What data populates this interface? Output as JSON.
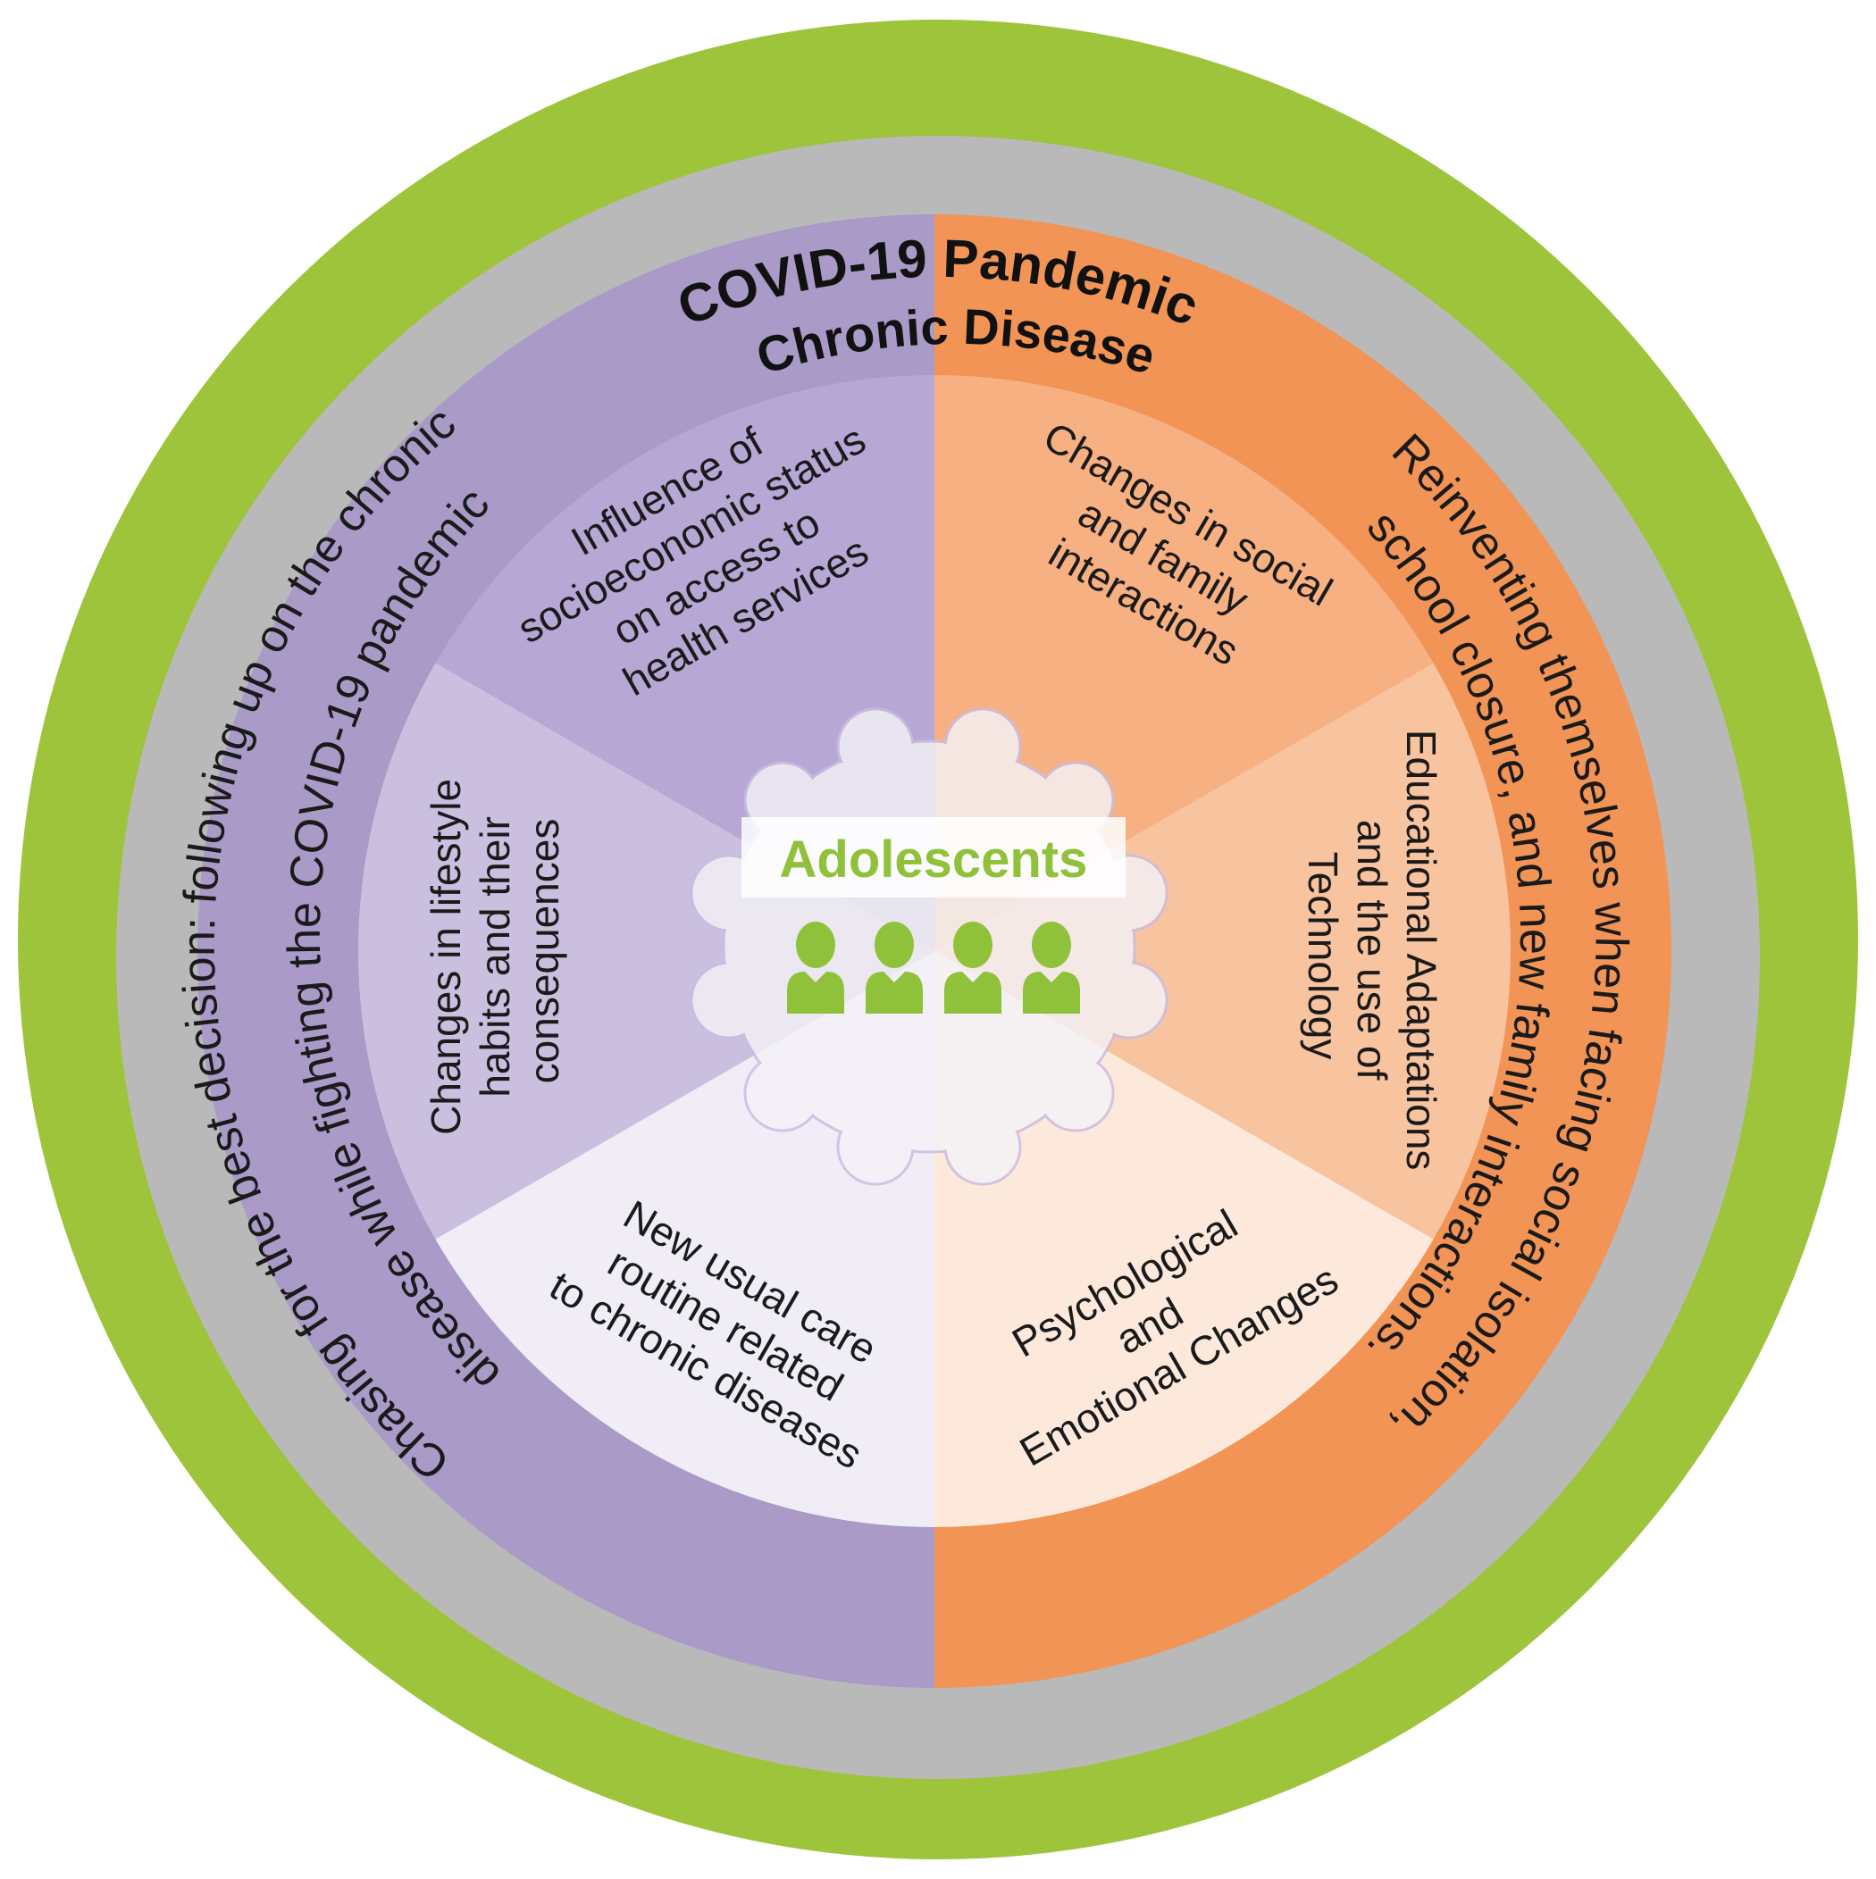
{
  "outer_ring": {
    "label": "COVID-19 Pandemic",
    "color": "#9dc43a"
  },
  "second_ring": {
    "label": "Chronic Disease",
    "color": "#b9b9b9"
  },
  "left_theme": {
    "line1": "Chasing for the best decision: following up on the chronic",
    "line2": "disease while fighting the COVID-19 pandemic",
    "color": "#a99ac8"
  },
  "right_theme": {
    "line1": "Reinventing themselves when facing social isolation,",
    "line2": "school closure, and new family interactions.",
    "color": "#f29455"
  },
  "segments": [
    {
      "lines": [
        "Influence of",
        "socioeconomic status",
        "on access to",
        "health services"
      ],
      "color": "#b6a7d4"
    },
    {
      "lines": [
        "Changes in social",
        "and family",
        "interactions"
      ],
      "color": "#f6b082"
    },
    {
      "lines": [
        "Educational Adaptations",
        "and the use of",
        "Technology"
      ],
      "color": "#f8c39f"
    },
    {
      "lines": [
        "Psychological",
        "and",
        "Emotional Changes"
      ],
      "color": "#fce9dc"
    },
    {
      "lines": [
        "New usual care",
        "routine related",
        "to chronic diseases"
      ],
      "color": "#f1edf7"
    },
    {
      "lines": [
        "Changes in lifestyle",
        "habits and their",
        "consequences"
      ],
      "color": "#cbbfe0"
    }
  ],
  "center": {
    "label": "Adolescents",
    "accent": "#8fc13b",
    "people_count": 4,
    "icon": "people-group-icon"
  }
}
